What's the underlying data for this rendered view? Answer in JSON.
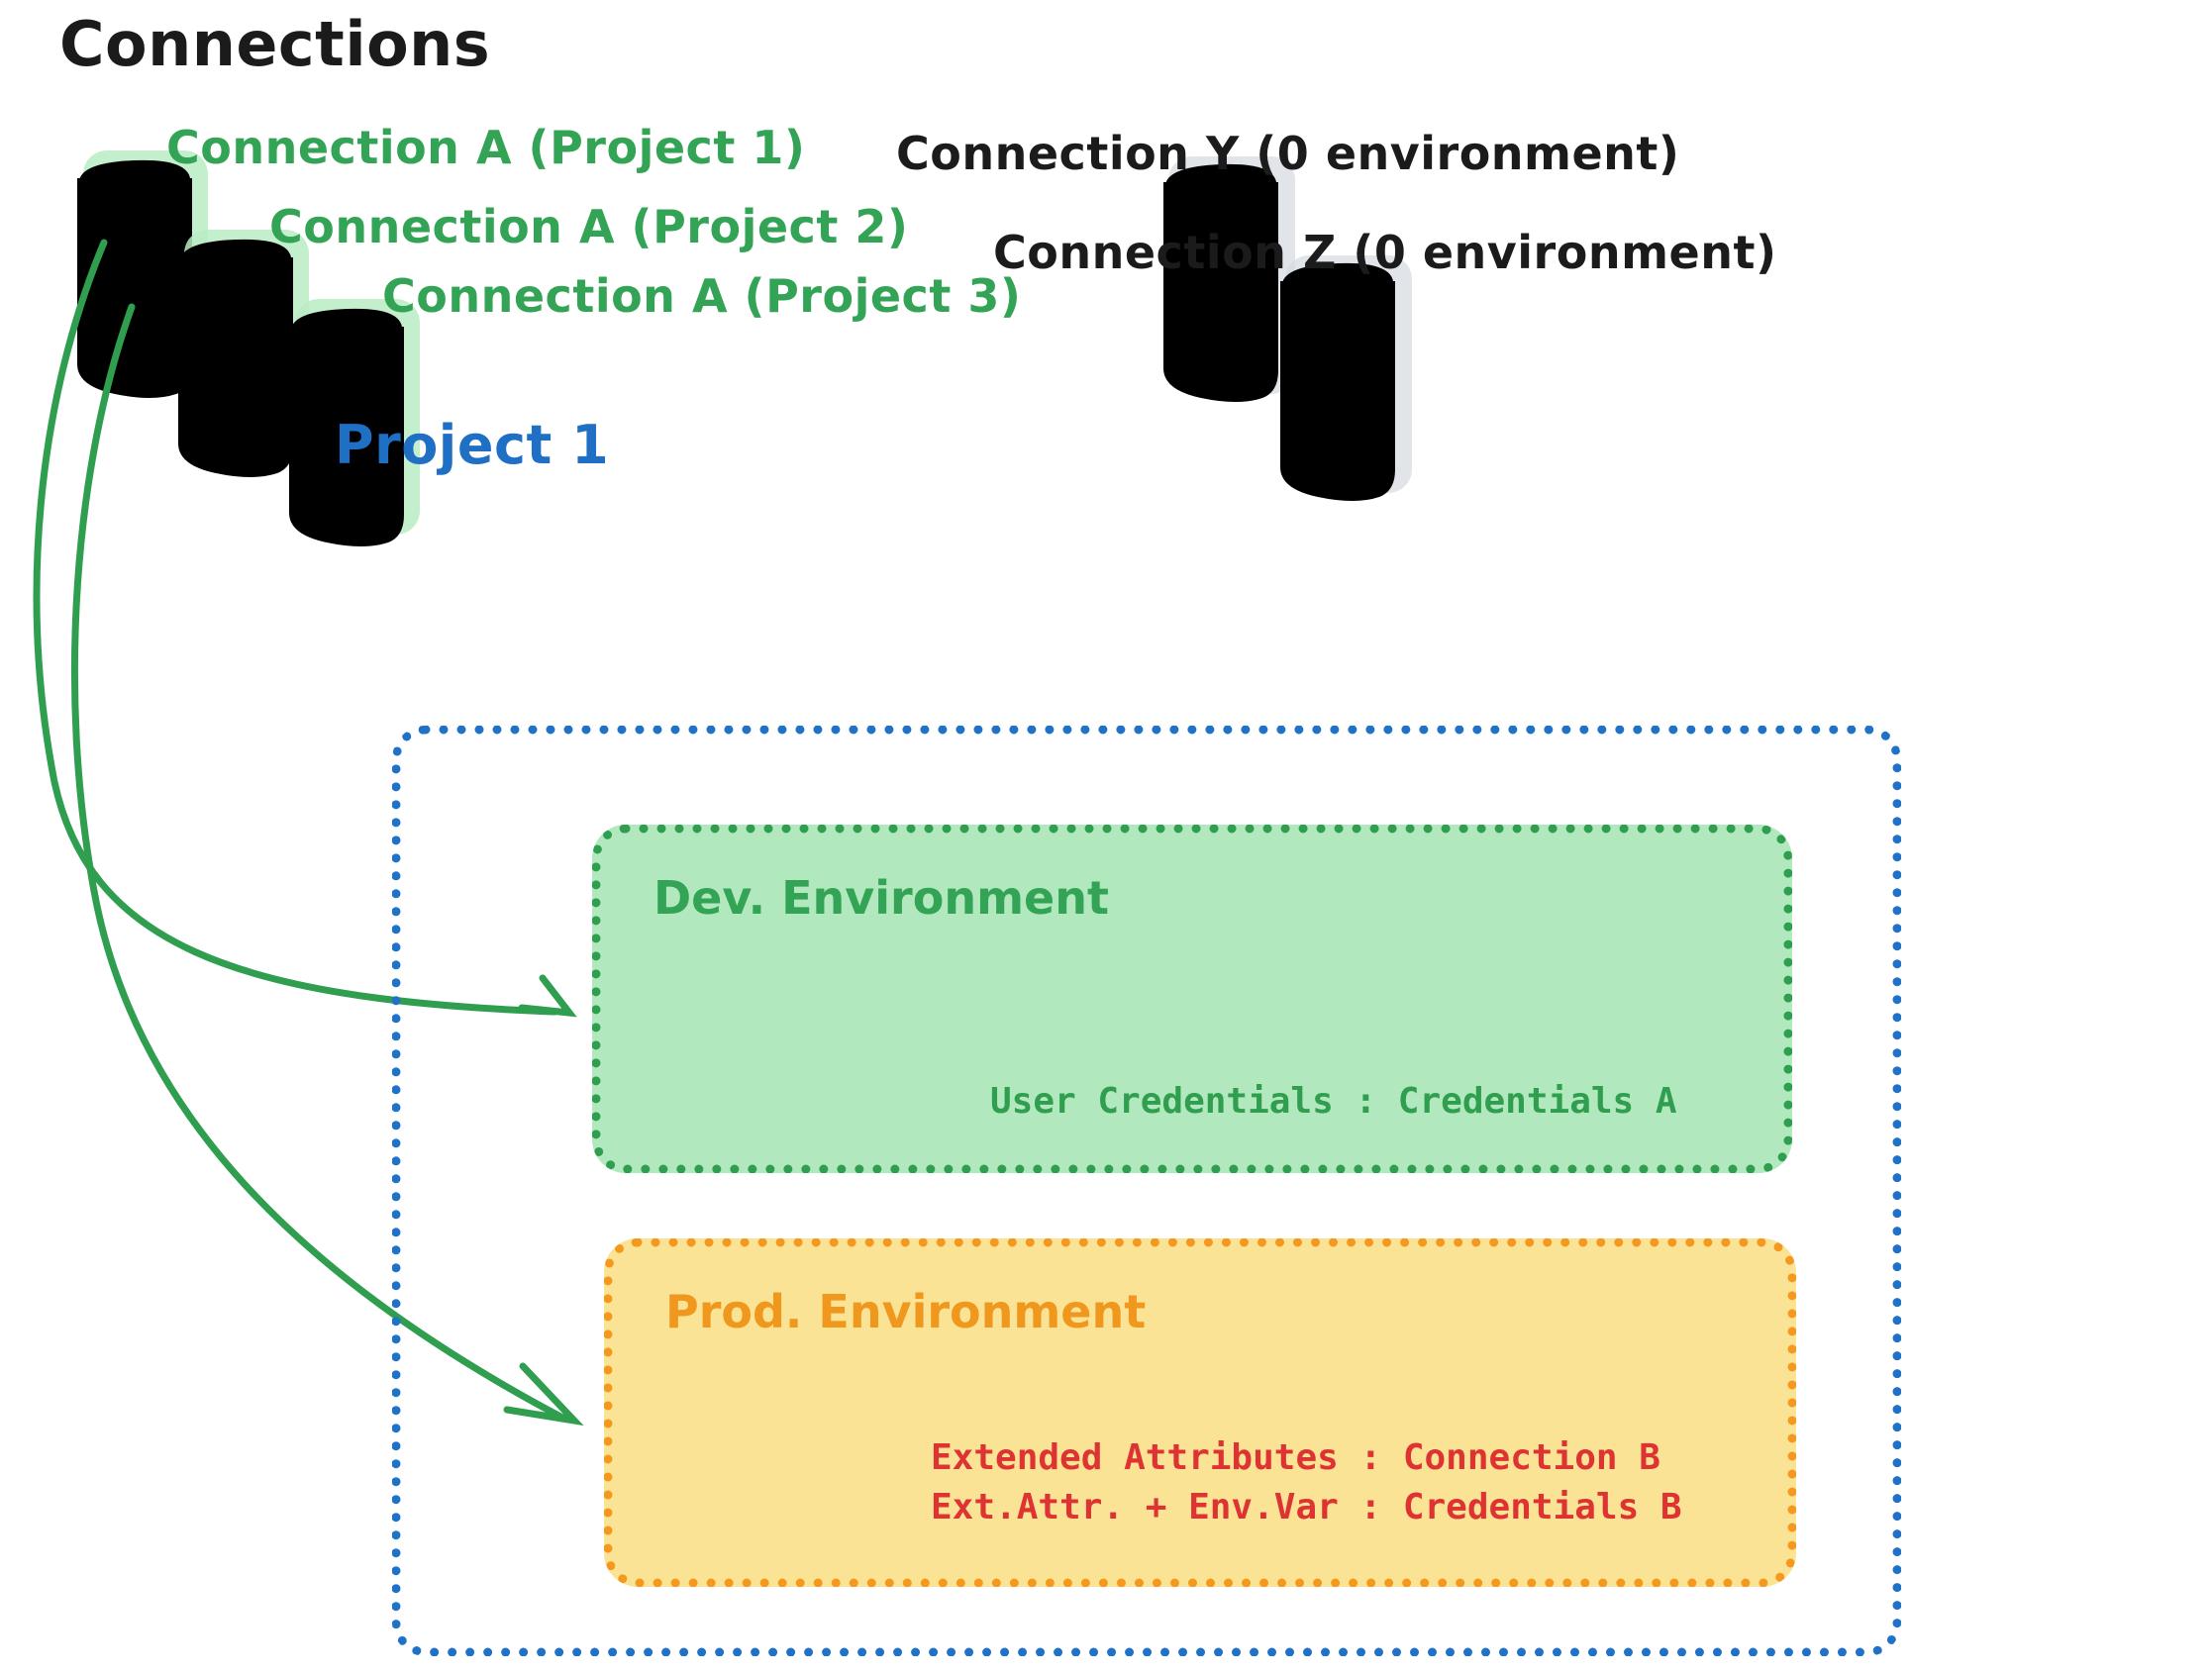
{
  "title": "Connections",
  "colors": {
    "green_stroke": "#33a355",
    "green_fill": "#b2e8bd",
    "grey_fill": "#ccd2d9",
    "grey_stroke": "#1b1b1b",
    "blue": "#1f6fc4",
    "orange": "#f0971e",
    "orange_fill": "#fbe395",
    "red": "#dd3333",
    "black": "#1b1b1b"
  },
  "connections": {
    "green": [
      {
        "label": "Connection A (Project 1)",
        "icon": "database-icon"
      },
      {
        "label": "Connection A (Project 2)",
        "icon": "database-icon"
      },
      {
        "label": "Connection A (Project 3)",
        "icon": "database-icon"
      }
    ],
    "grey": [
      {
        "label": "Connection Y (0 environment)",
        "icon": "database-icon"
      },
      {
        "label": "Connection Z (0 environment)",
        "icon": "database-icon"
      }
    ]
  },
  "project": {
    "title": "Project 1",
    "environments": [
      {
        "name": "Dev. Environment",
        "color": "green",
        "entries": [
          "User Credentials : Credentials A"
        ]
      },
      {
        "name": "Prod. Environment",
        "color": "orange",
        "entries": [
          "Extended Attributes : Connection B",
          "Ext.Attr. + Env.Var : Credentials B"
        ]
      }
    ]
  },
  "arrows": [
    {
      "name": "arrow-connection-a-to-dev",
      "from": "Connection A (Project 1)",
      "to": "Dev. Environment"
    },
    {
      "name": "arrow-connection-a-to-prod",
      "from": "Connection A (Project 1)",
      "to": "Prod. Environment"
    }
  ]
}
